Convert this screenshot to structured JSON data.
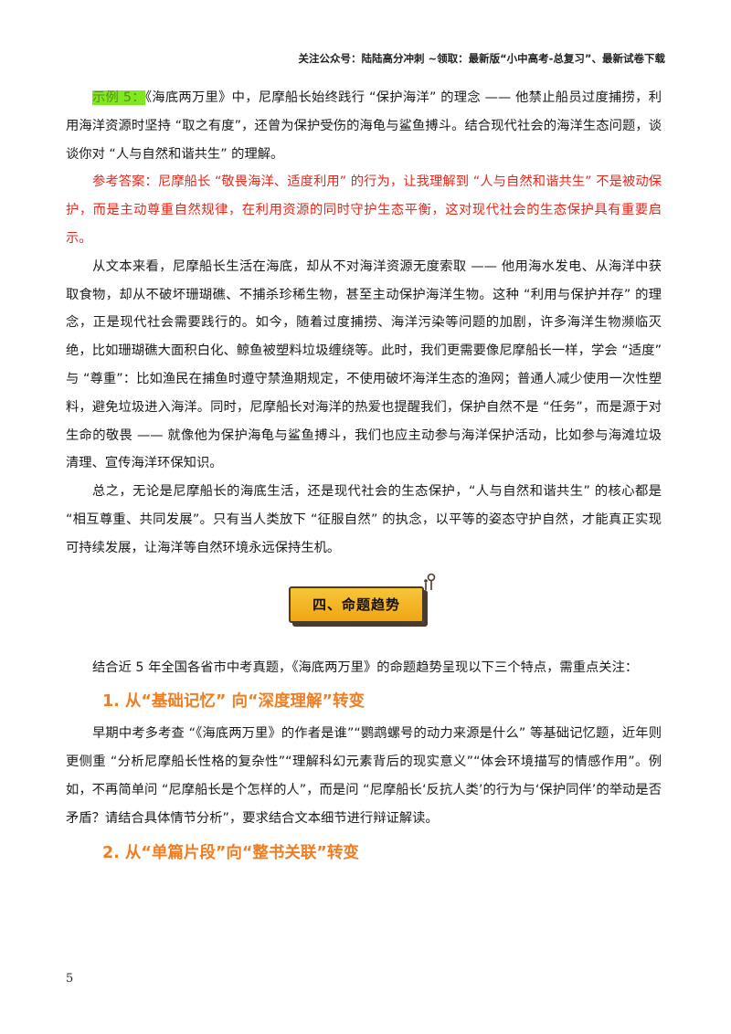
{
  "header": {
    "text": "关注公众号：陆陆高分冲刺 ~领取：最新版“小中高考-总复习”、最新试卷下载"
  },
  "question": {
    "label": "示例 5：",
    "text": "《海底两万里》中，尼摩船长始终践行 “保护海洋” 的理念 —— 他禁止船员过度捕捞，利用海洋资源时坚持 “取之有度”，还曾为保护受伤的海龟与鲨鱼搏斗。结合现代社会的海洋生态问题，谈谈你对 “人与自然和谐共生” 的理解。"
  },
  "answer": {
    "text": "参考答案：尼摩船长 “敬畏海洋、适度利用” 的行为，让我理解到 “人与自然和谐共生” 不是被动保护，而是主动尊重自然规律，在利用资源的同时守护生态平衡，这对现代社会的生态保护具有重要启示。"
  },
  "paragraphs": [
    "从文本来看，尼摩船长生活在海底，却从不对海洋资源无度索取 —— 他用海水发电、从海洋中获取食物，却从不破坏珊瑚礁、不捕杀珍稀生物，甚至主动保护海洋生物。这种 “利用与保护并存” 的理念，正是现代社会需要践行的。如今，随着过度捕捞、海洋污染等问题的加剧，许多海洋生物濒临灭绝，比如珊瑚礁大面积白化、鲸鱼被塑料垃圾缠绕等。此时，我们更需要像尼摩船长一样，学会 “适度” 与 “尊重”：比如渔民在捕鱼时遵守禁渔期规定，不使用破坏海洋生态的渔网；普通人减少使用一次性塑料，避免垃圾进入海洋。同时，尼摩船长对海洋的热爱也提醒我们，保护自然不是 “任务”，而是源于对生命的敬畏 —— 就像他为保护海龟与鲨鱼搏斗，我们也应主动参与海洋保护活动，比如参与海滩垃圾清理、宣传海洋环保知识。",
    "总之，无论是尼摩船长的海底生活，还是现代社会的生态保护，“人与自然和谐共生” 的核心都是 “相互尊重、共同发展”。只有当人类放下 “征服自然” 的执念，以平等的姿态守护自然，才能真正实现可持续发展，让海洋等自然环境永远保持生机。"
  ],
  "section": {
    "title": "四、命题趋势"
  },
  "intro": "结合近 5 年全国各省市中考真题，《海底两万里》的命题趋势呈现以下三个特点，需重点关注：",
  "trends": [
    {
      "heading": "1. 从“基础记忆” 向“深度理解”转变",
      "text": "早期中考多考查 “《海底两万里》的作者是谁”“鹦鹉螺号的动力来源是什么” 等基础记忆题，近年则更侧重 “分析尼摩船长性格的复杂性”“理解科幻元素背后的现实意义”“体会环境描写的情感作用”。例如，不再简单问 “尼摩船长是个怎样的人”，而是问 “尼摩船长‘反抗人类’的行为与‘保护同伴’的举动是否矛盾？请结合具体情节分析”，要求结合文本细节进行辩证解读。"
    },
    {
      "heading": "2. 从“单篇片段”向“整书关联”转变"
    }
  ],
  "page_number": "5",
  "colors": {
    "highlight": "#7fe81f",
    "answer_red": "#e8271b",
    "heading_orange": "#ef7d22",
    "section_fill": "#f2b023"
  }
}
